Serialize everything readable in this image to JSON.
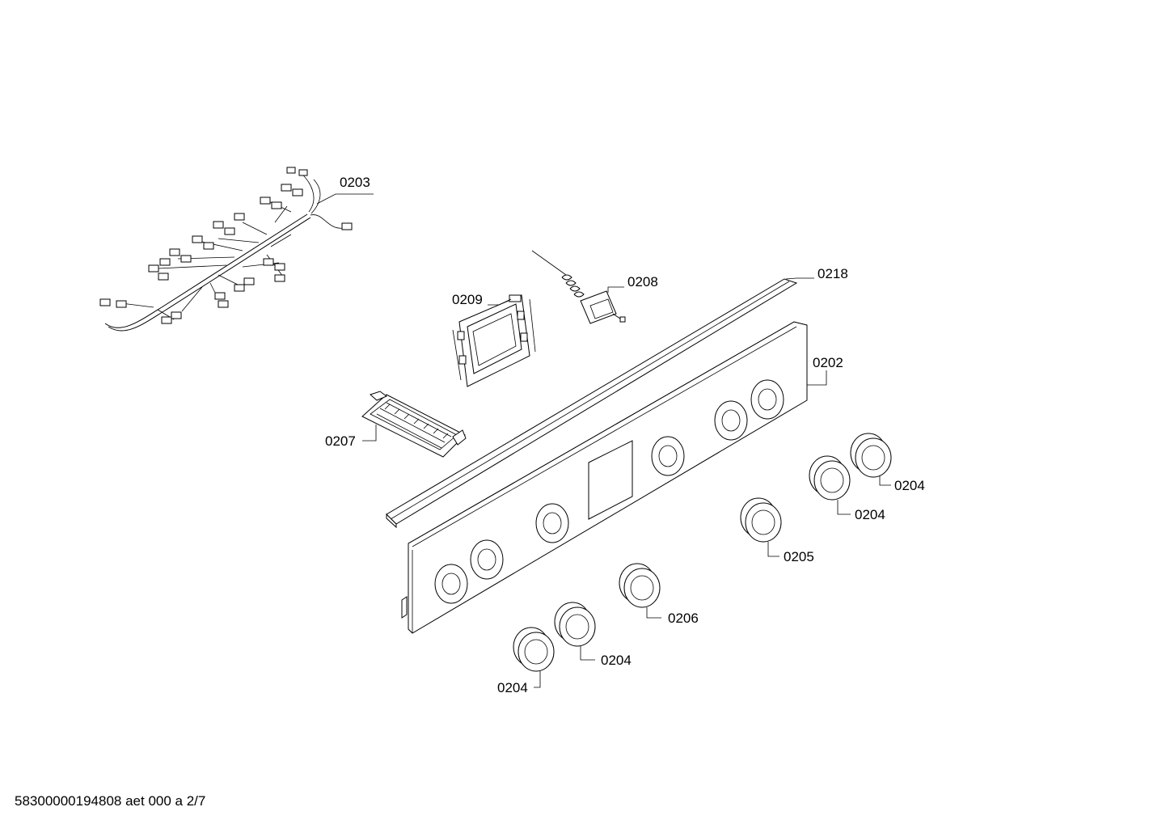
{
  "footer_text": "58300000194808 aet 000 a 2/7",
  "callouts": {
    "c0203": "0203",
    "c0209": "0209",
    "c0208": "0208",
    "c0218": "0218",
    "c0202": "0202",
    "c0207": "0207",
    "c0204_a": "0204",
    "c0204_b": "0204",
    "c0205": "0205",
    "c0206": "0206",
    "c0204_c": "0204",
    "c0204_d": "0204"
  },
  "colors": {
    "line": "#000000",
    "background": "#ffffff"
  }
}
